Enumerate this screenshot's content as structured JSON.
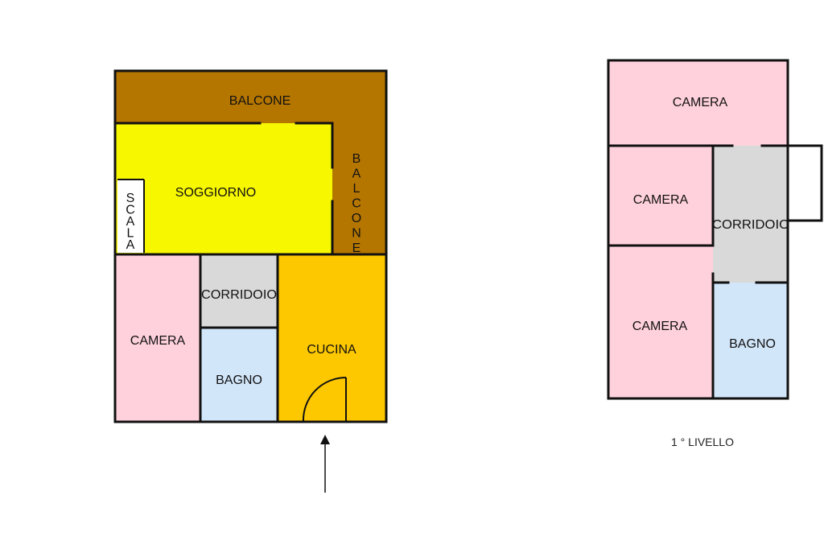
{
  "ground_floor": {
    "balcone_top": "BALCONE",
    "balcone_side": "BALCONE",
    "soggiorno": "SOGGIORNO",
    "scala": "SCALA",
    "camera": "CAMERA",
    "corridoio": "CORRIDOIO",
    "bagno": "BAGNO",
    "cucina": "CUCINA"
  },
  "first_floor": {
    "camera_top": "CAMERA",
    "camera_mid": "CAMERA",
    "camera_bottom": "CAMERA",
    "corridoio": "CORRIDOIO",
    "bagno": "BAGNO",
    "level_label": "1 ° LIVELLO"
  },
  "colors": {
    "balcone": "#b57600",
    "soggiorno": "#f7f700",
    "camera": "#ffd1dc",
    "corridoio": "#d9d9d9",
    "bagno": "#d2e6fa",
    "cucina": "#fdc800",
    "scala": "#ffffff"
  }
}
